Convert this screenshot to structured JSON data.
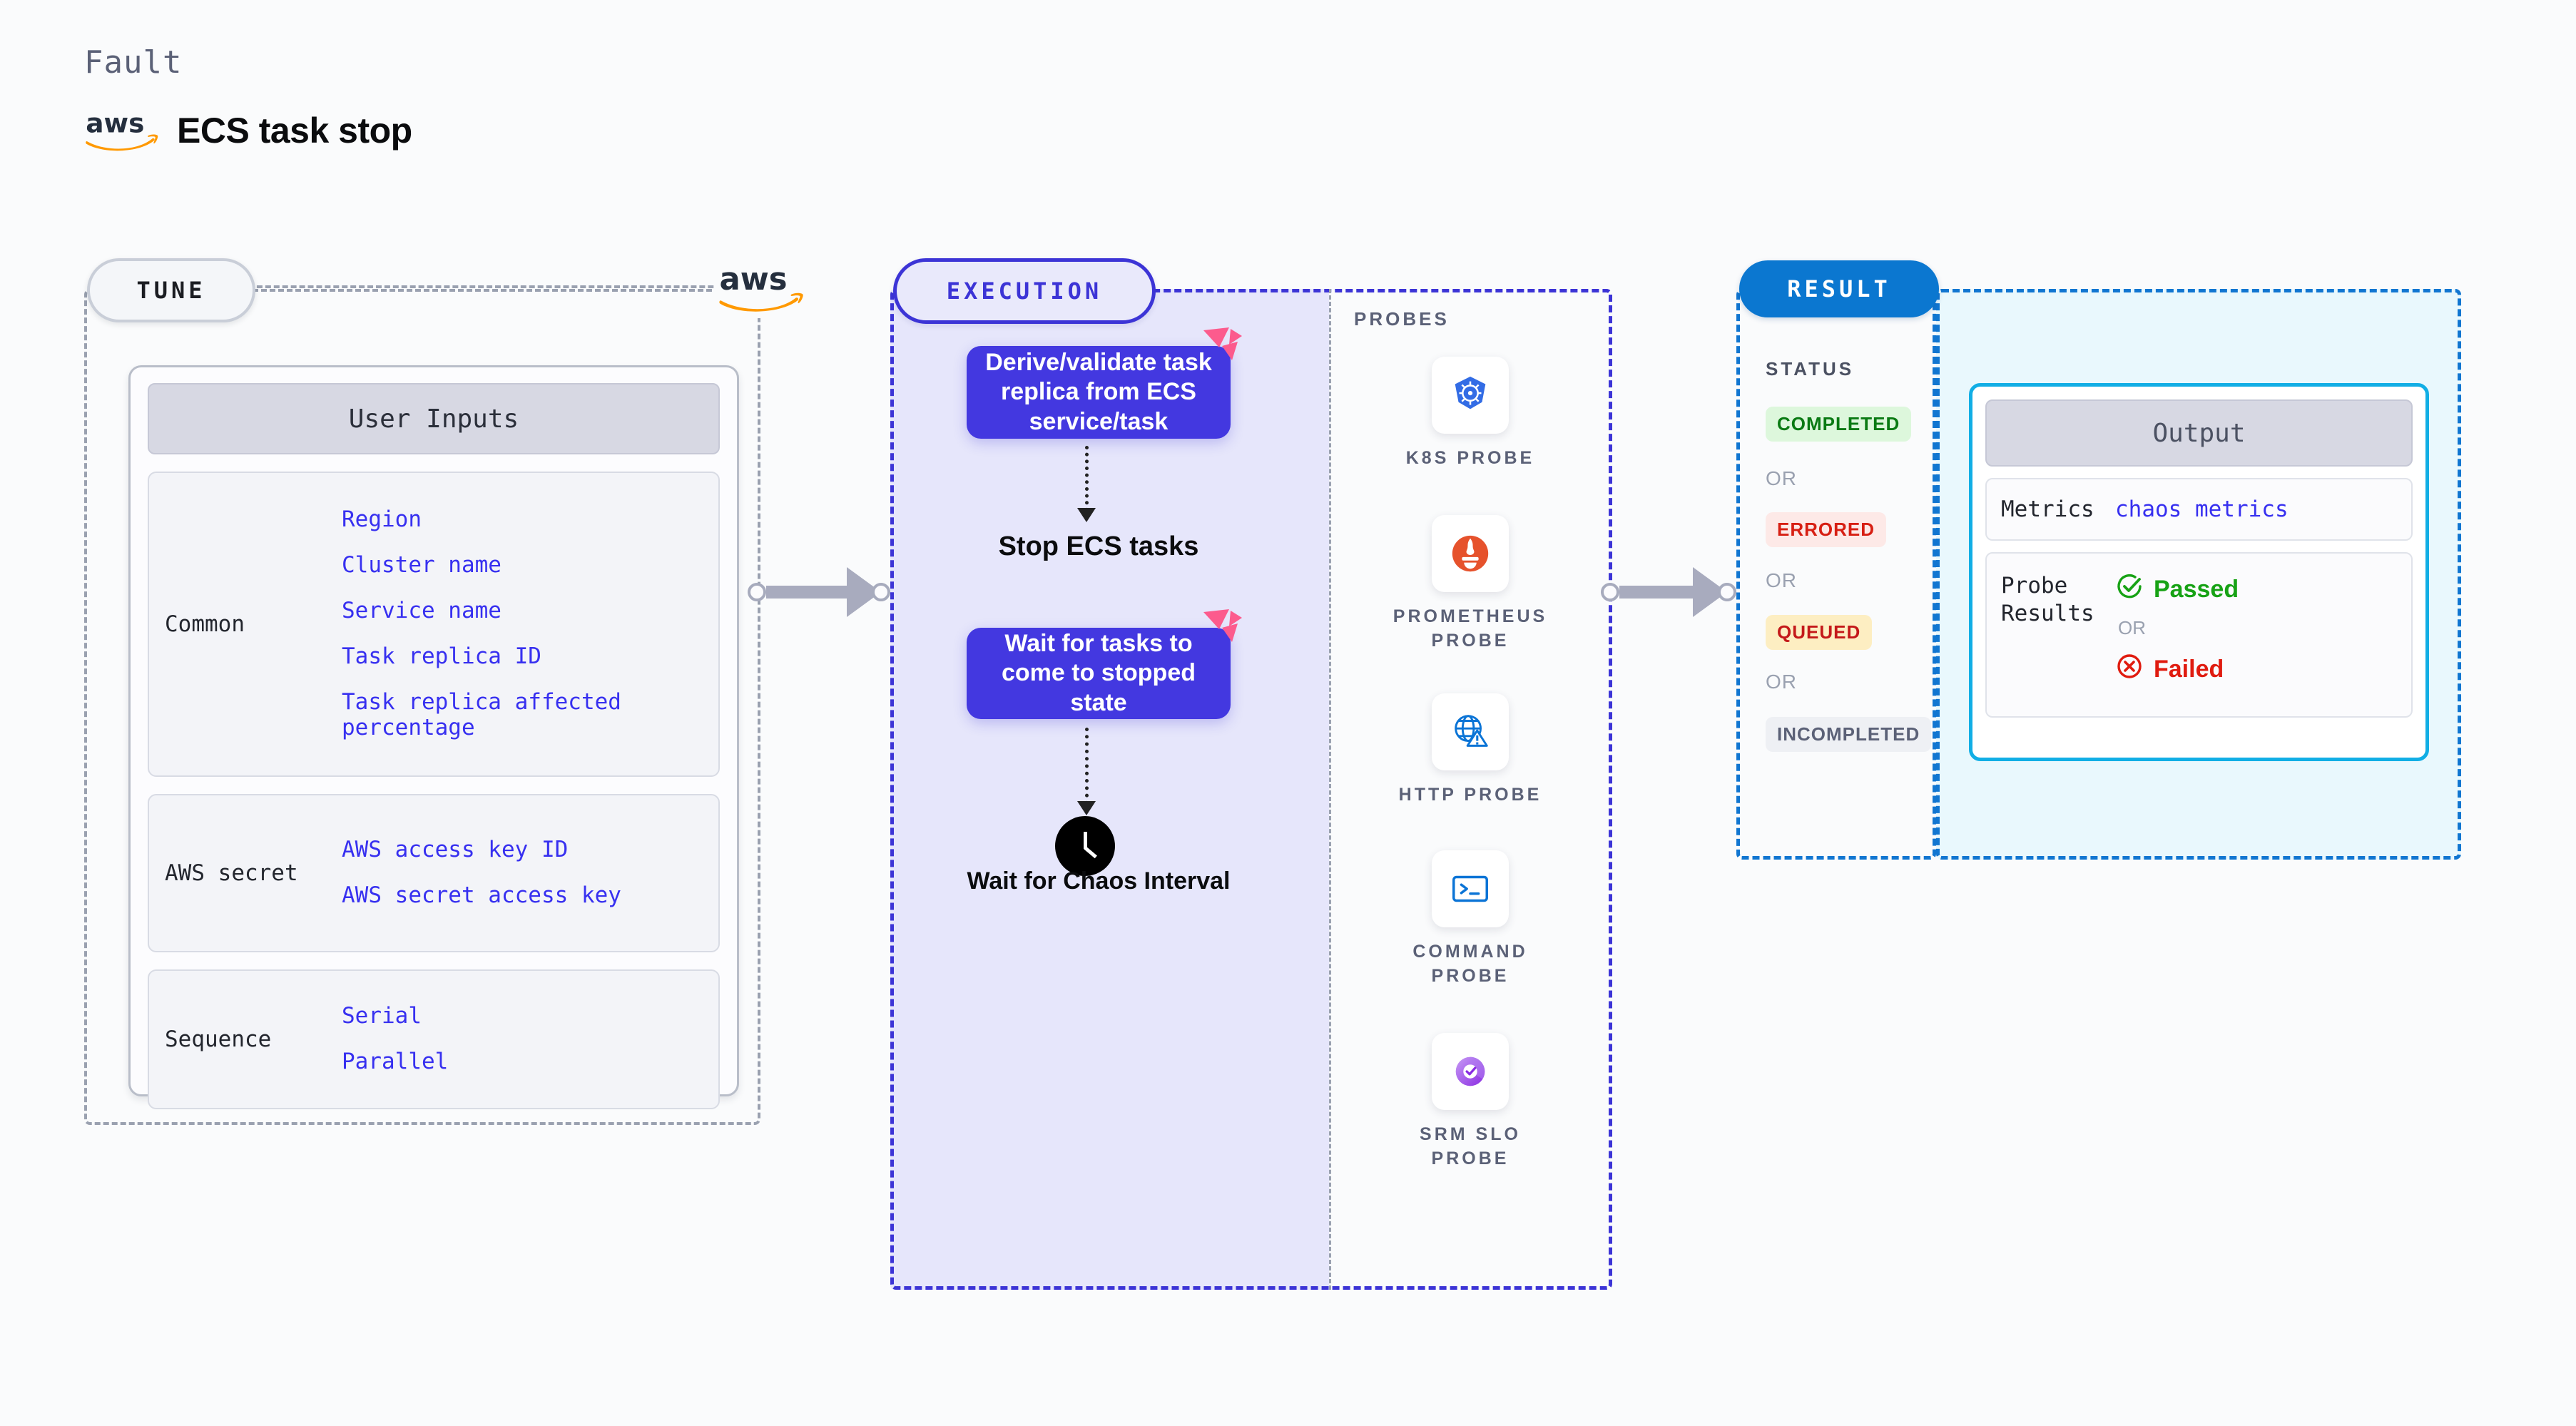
{
  "header": {
    "kicker": "Fault",
    "title": "ECS task stop",
    "logo_icon": "aws-logo"
  },
  "tune": {
    "pill_label": "TUNE",
    "card_title": "User Inputs",
    "groups": [
      {
        "label": "Common",
        "values": [
          "Region",
          "Cluster name",
          "Service name",
          "Task replica ID",
          "Task replica affected percentage"
        ]
      },
      {
        "label": "AWS secret",
        "values": [
          "AWS access key ID",
          "AWS secret access key"
        ]
      },
      {
        "label": "Sequence",
        "values": [
          "Serial",
          "Parallel"
        ]
      }
    ]
  },
  "execution": {
    "pill_label": "EXECUTION",
    "steps": [
      {
        "type": "box",
        "label": "Derive/validate task replica from ECS service/task",
        "badge_icon": "litmus-badge-icon"
      },
      {
        "type": "label",
        "label": "Stop ECS tasks"
      },
      {
        "type": "box",
        "label": "Wait for tasks to come to stopped state",
        "badge_icon": "litmus-badge-icon"
      },
      {
        "type": "label",
        "label": "Wait for Chaos Interval",
        "icon": "clock-icon"
      }
    ]
  },
  "probes": {
    "title": "PROBES",
    "items": [
      {
        "caption": "K8S PROBE",
        "icon": "kubernetes-icon"
      },
      {
        "caption": "PROMETHEUS PROBE",
        "icon": "prometheus-icon"
      },
      {
        "caption": "HTTP PROBE",
        "icon": "http-globe-icon"
      },
      {
        "caption": "COMMAND PROBE",
        "icon": "terminal-icon"
      },
      {
        "caption": "SRM SLO PROBE",
        "icon": "srm-slo-icon"
      }
    ]
  },
  "result": {
    "pill_label": "RESULT",
    "status_label": "STATUS",
    "or_label": "OR",
    "statuses": [
      {
        "label": "COMPLETED"
      },
      {
        "label": "ERRORED"
      },
      {
        "label": "QUEUED"
      },
      {
        "label": "INCOMPLETED"
      }
    ],
    "output": {
      "title": "Output",
      "metrics_label": "Metrics",
      "metrics_value": "chaos metrics",
      "probe_results_label": "Probe Results",
      "passed_label": "Passed",
      "failed_label": "Failed",
      "or_label": "OR"
    }
  },
  "colors": {
    "accent_purple": "#4338e0",
    "accent_blue": "#0b77d0",
    "aws_orange": "#ff9900",
    "value_blue": "#3730f0",
    "pass_green": "#17a215",
    "fail_red": "#e01b0f"
  }
}
